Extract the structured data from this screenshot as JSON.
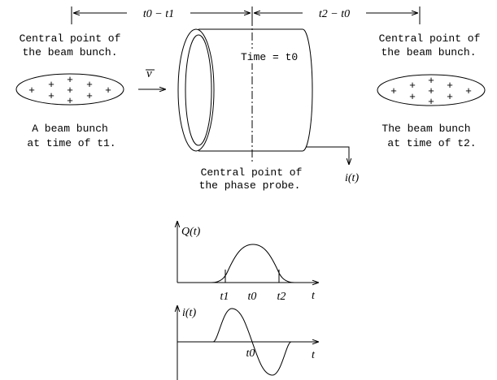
{
  "labels": {
    "interval_left": "t0 − t1",
    "interval_right": "t2 − t0",
    "center_left_1": "Central point of",
    "center_left_2": "the beam bunch.",
    "center_right_1": "Central point of",
    "center_right_2": "the beam bunch.",
    "time_label": "Time = t0",
    "velocity": "v",
    "bunch_left_1": "A beam bunch",
    "bunch_left_2": "at time of t1.",
    "bunch_right_1": "The beam bunch",
    "bunch_right_2": "at time of t2.",
    "probe_1": "Central point of",
    "probe_2": "the phase probe.",
    "signal": "i(t)"
  },
  "charge_plot": {
    "ylabel": "Q(t)",
    "xlabel": "t",
    "ticks": [
      "t1",
      "t0",
      "t2"
    ]
  },
  "current_plot": {
    "ylabel": "i(t)",
    "xlabel": "t",
    "ticks": [
      "t0"
    ]
  },
  "bunch_marks": [
    "+",
    "+",
    "+",
    "+",
    "+",
    "+",
    "+",
    "+",
    "+",
    "+"
  ]
}
